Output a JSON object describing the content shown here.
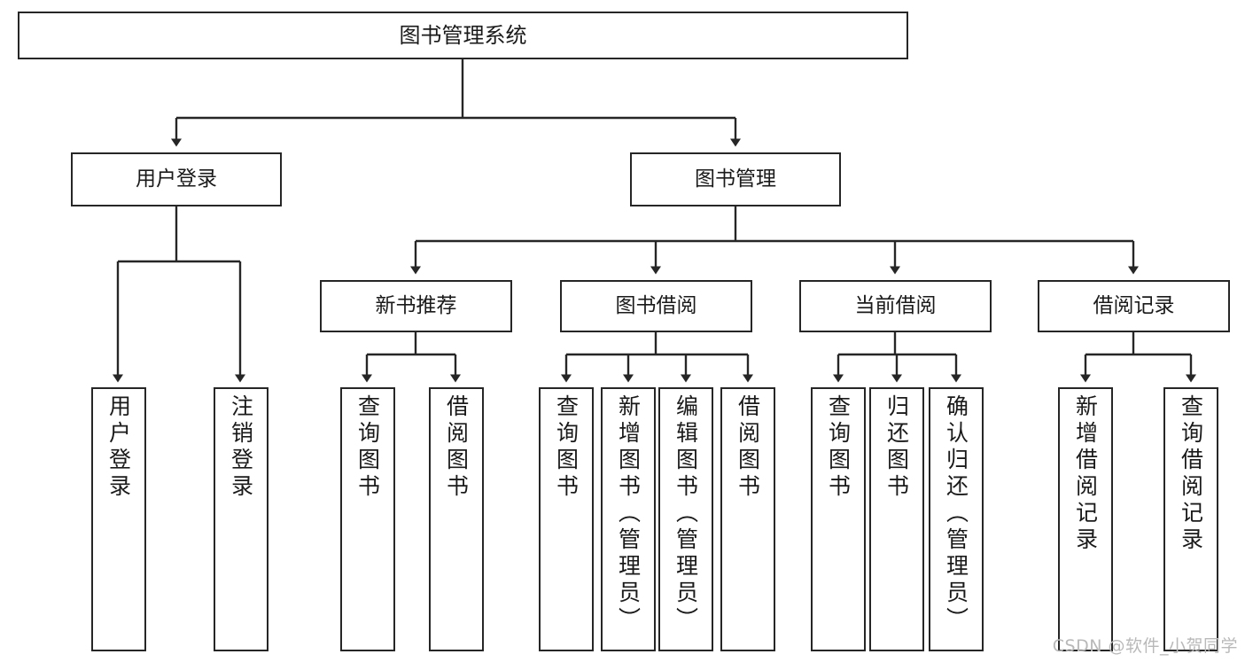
{
  "diagram": {
    "title": "图书管理系统",
    "watermark": "CSDN @软件_小贺同学",
    "stroke_color": "#262626",
    "text_color": "#1a1a1a",
    "background_color": "#ffffff",
    "levels": {
      "level1": [
        "图书管理系统"
      ],
      "level2": [
        "用户登录",
        "图书管理"
      ],
      "level3": [
        "新书推荐",
        "图书借阅",
        "当前借阅",
        "借阅记录"
      ],
      "level4": [
        "用户登录",
        "注销登录",
        "查询图书",
        "借阅图书",
        "查询图书",
        "新增图书（管理员）",
        "编辑图书（管理员）",
        "借阅图书",
        "查询图书",
        "归还图书",
        "确认归还（管理员）",
        "新增借阅记录",
        "查询借阅记录"
      ]
    },
    "nodes": {
      "root": "图书管理系统",
      "user_login": "用户登录",
      "book_manage": "图书管理",
      "new_book_rec": "新书推荐",
      "book_borrow": "图书借阅",
      "current_borrow": "当前借阅",
      "borrow_record": "借阅记录",
      "leaf_user_login": "用户登录",
      "leaf_logout": "注销登录",
      "leaf_query_book_1": "查询图书",
      "leaf_borrow_book_1": "借阅图书",
      "leaf_query_book_2": "查询图书",
      "leaf_add_book": "新增图书（管理员）",
      "leaf_edit_book": "编辑图书（管理员）",
      "leaf_borrow_book_2": "借阅图书",
      "leaf_query_book_3": "查询图书",
      "leaf_return_book": "归还图书",
      "leaf_confirm_return": "确认归还（管理员）",
      "leaf_add_record": "新增借阅记录",
      "leaf_query_record": "查询借阅记录"
    }
  }
}
